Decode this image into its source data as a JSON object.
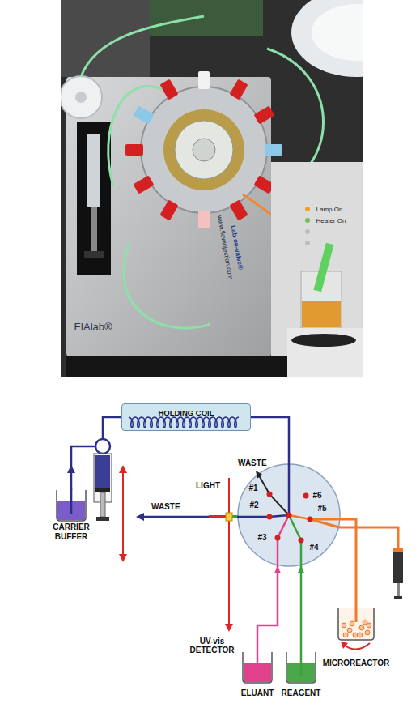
{
  "diagram": {
    "nodes": [
      {
        "text": [
          "HOLDING COIL"
        ]
      },
      {
        "text": [
          "#1",
          "#2",
          "#3",
          "#4",
          "#5",
          "#6"
        ]
      },
      {
        "text": [
          "CARRIER BUFFER"
        ]
      },
      {
        "text": [
          "ELUANT"
        ]
      },
      {
        "text": [
          "REAGENT"
        ]
      },
      {
        "text": [
          "MICROREACTOR"
        ]
      }
    ],
    "edges": [
      {
        "from": 0,
        "to": 1,
        "arrow": "none"
      },
      {
        "from": 3,
        "to": 1,
        "arrow": "to"
      },
      {
        "from": 4,
        "to": 1,
        "arrow": "to"
      },
      {
        "from": 1,
        "to": 5,
        "arrow": "none"
      }
    ],
    "labels": [
      "FIAlab®",
      "Lab-on-valve®",
      "www.flowinjection.com",
      "Lamp On",
      "Heater On",
      "LIGHT",
      "WASTE",
      "WASTE",
      "UV-vis DETECTOR"
    ]
  }
}
